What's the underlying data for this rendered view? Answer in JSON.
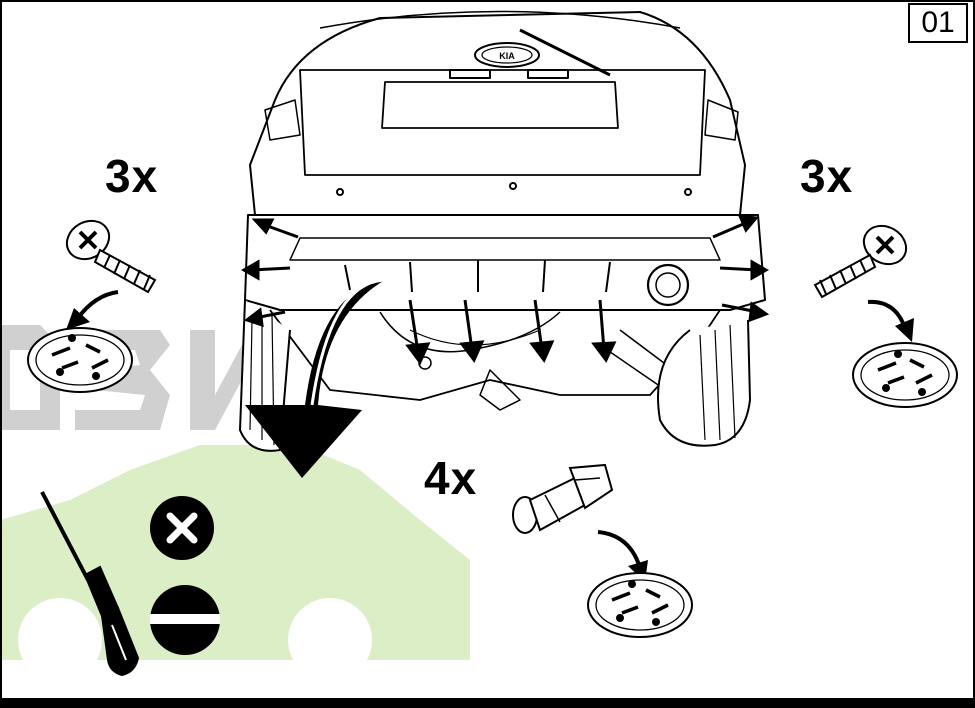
{
  "step": {
    "number": "01"
  },
  "brand": {
    "logo_text": "KIA"
  },
  "fasteners": {
    "left_screws": {
      "count_label": "3x",
      "icon": "torx-screw-icon"
    },
    "right_screws": {
      "count_label": "3x",
      "icon": "torx-screw-icon"
    },
    "bottom_clips": {
      "count_label": "4x",
      "icon": "push-clip-icon"
    },
    "parts_tray_icon": "parts-tray-icon"
  },
  "tools": {
    "screwdriver_icon": "screwdriver-icon",
    "phillips_icon": "phillips-tip-icon",
    "flat_icon": "flat-tip-icon"
  },
  "colors": {
    "line": "#000000",
    "watermark_gray": "#cfcfcf",
    "watermark_green": "#d8ecc0"
  }
}
